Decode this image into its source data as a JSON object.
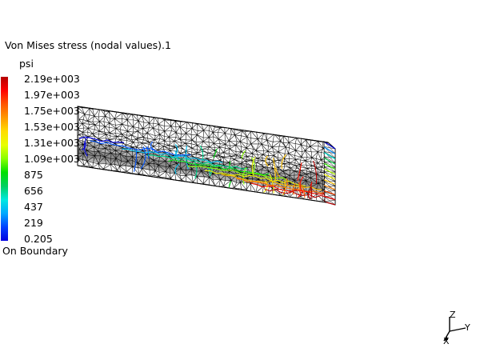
{
  "legend": {
    "title": "Von Mises stress (nodal values).1",
    "unit": "psi",
    "footer": "On Boundary",
    "ticks": [
      "2.19e+003",
      "1.97e+003",
      "1.75e+003",
      "1.53e+003",
      "1.31e+003",
      "1.09e+003",
      "875",
      "656",
      "437",
      "219",
      "0.205"
    ],
    "colorbar": {
      "max_color": "#b40000",
      "stops": [
        "#b40000",
        "#ff0000",
        "#ff5500",
        "#ff9900",
        "#ffdd00",
        "#e8ff00",
        "#88ff00",
        "#00e000",
        "#00d060",
        "#00e8e0",
        "#00a8ff",
        "#0040ff",
        "#0000e0"
      ],
      "min_color": "#0000e0"
    }
  },
  "axis_triad": {
    "z_label": "Z",
    "y_label": "Y",
    "x_label": "X"
  },
  "chart_data": {
    "type": "heatmap",
    "title": "Von Mises stress (nodal values).1",
    "subtitle": "On Boundary",
    "ylabel": "psi",
    "xlabel": "",
    "legend_position": "left",
    "grid": false,
    "colormap": "jet",
    "categories": [
      "0.205",
      "219",
      "437",
      "656",
      "875",
      "1.09e+003",
      "1.31e+003",
      "1.53e+003",
      "1.75e+003",
      "1.97e+003",
      "2.19e+003"
    ],
    "values": [
      0.205,
      219,
      437,
      656,
      875,
      1090,
      1310,
      1530,
      1750,
      1970,
      2190
    ],
    "ylim": [
      0.205,
      2190
    ],
    "annotations": [
      "psi",
      "On Boundary",
      "Z",
      "Y",
      "X"
    ]
  }
}
